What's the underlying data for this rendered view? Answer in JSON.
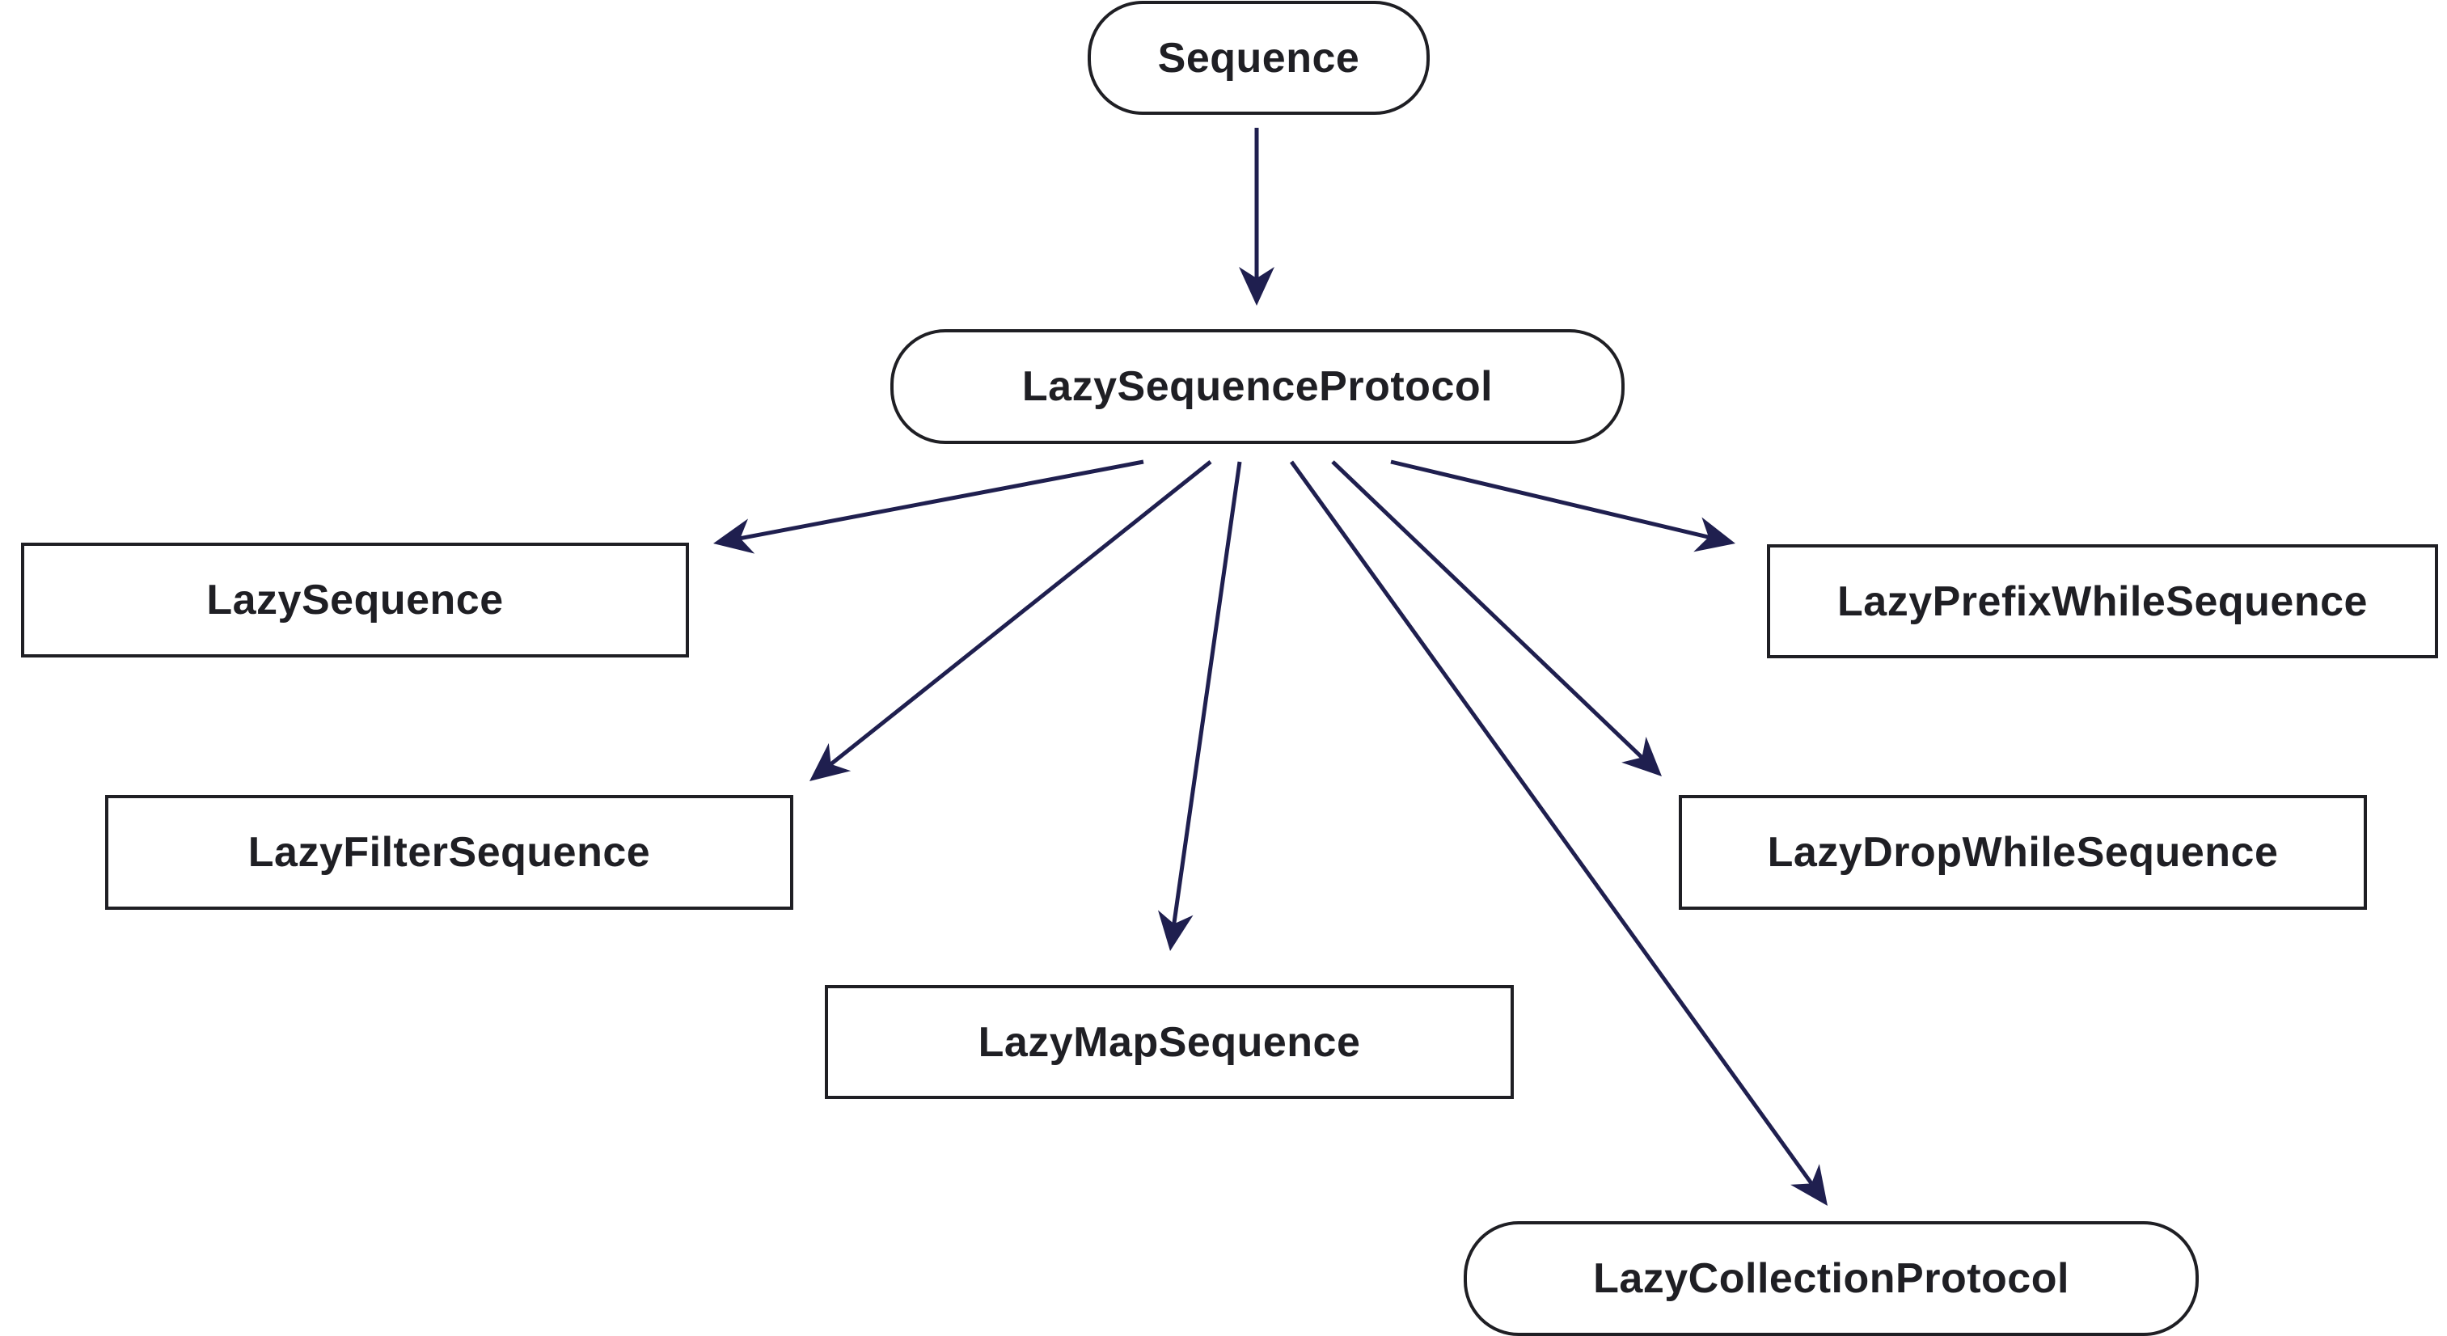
{
  "diagram": {
    "line_color": "#1f1f4f",
    "border_color": "#1f1f24",
    "text_color": "#1f1f24",
    "nodes": {
      "sequence": "Sequence",
      "lazy_sequence_protocol": "LazySequenceProtocol",
      "lazy_sequence": "LazySequence",
      "lazy_filter_sequence": "LazyFilterSequence",
      "lazy_map_sequence": "LazyMapSequence",
      "lazy_prefix_while_sequence": "LazyPrefixWhileSequence",
      "lazy_drop_while_sequence": "LazyDropWhileSequence",
      "lazy_collection_protocol": "LazyCollectionProtocol"
    },
    "edges": [
      {
        "from": "Sequence",
        "to": "LazySequenceProtocol"
      },
      {
        "from": "LazySequenceProtocol",
        "to": "LazySequence"
      },
      {
        "from": "LazySequenceProtocol",
        "to": "LazyFilterSequence"
      },
      {
        "from": "LazySequenceProtocol",
        "to": "LazyMapSequence"
      },
      {
        "from": "LazySequenceProtocol",
        "to": "LazyCollectionProtocol"
      },
      {
        "from": "LazySequenceProtocol",
        "to": "LazyDropWhileSequence"
      },
      {
        "from": "LazySequenceProtocol",
        "to": "LazyPrefixWhileSequence"
      }
    ]
  }
}
